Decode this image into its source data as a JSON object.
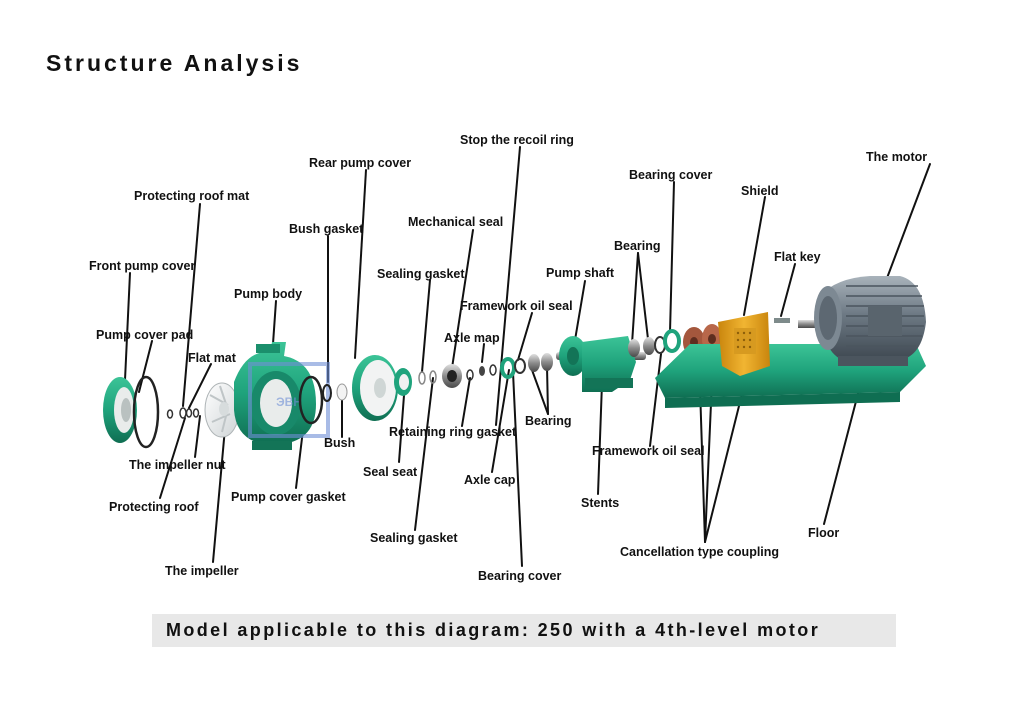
{
  "title": "Structure Analysis",
  "footer": "Model applicable to this diagram: 250 with a 4th-level motor",
  "watermark": "ЭВН",
  "labels": {
    "stop_recoil_ring": "Stop the recoil ring",
    "rear_pump_cover": "Rear pump cover",
    "bearing_cover_top": "Bearing cover",
    "the_motor": "The motor",
    "protecting_roof_mat": "Protecting roof mat",
    "shield": "Shield",
    "bush_gasket": "Bush gasket",
    "mechanical_seal": "Mechanical seal",
    "bearing_top": "Bearing",
    "flat_key": "Flat key",
    "front_pump_cover": "Front pump cover",
    "sealing_gasket_top": "Sealing gasket",
    "pump_shaft": "Pump shaft",
    "pump_body": "Pump body",
    "framework_oil_seal_top": "Framework oil seal",
    "axle_map": "Axle map",
    "pump_cover_pad": "Pump cover pad",
    "flat_mat": "Flat mat",
    "bush": "Bush",
    "retaining_ring_gasket": "Retaining ring gasket",
    "bearing_mid": "Bearing",
    "framework_oil_seal_bottom": "Framework oil seal",
    "the_impeller_nut": "The impeller nut",
    "seal_seat": "Seal seat",
    "axle_cap": "Axle cap",
    "protecting_roof": "Protecting roof",
    "pump_cover_gasket": "Pump cover gasket",
    "stents": "Stents",
    "floor": "Floor",
    "sealing_gasket_bottom": "Sealing gasket",
    "cancellation_type_coupling": "Cancellation type coupling",
    "the_impeller": "The impeller",
    "bearing_cover_bottom": "Bearing cover"
  },
  "colors": {
    "pump_green": "#1fa37c",
    "pump_green_dark": "#117556",
    "motor_gray": "#6f7b86",
    "shield_yellow": "#e5a21a",
    "coupling_brown": "#a4573d",
    "base_green": "#27a67f",
    "lining_white": "#f1f1f1"
  }
}
